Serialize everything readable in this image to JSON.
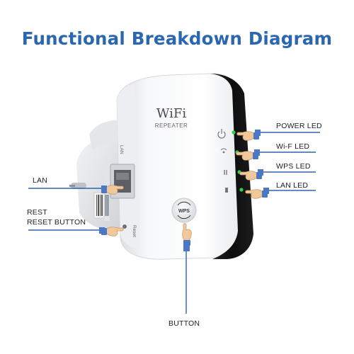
{
  "title": "Functional Breakdown Diagram",
  "device": {
    "brand": "WiFi",
    "model": "REPEATER",
    "port_label": "LAN",
    "reset_label": "Reset",
    "wps_label": "WPS"
  },
  "callouts": {
    "power_led": "POWER LED",
    "wifi_led": "Wi-F  LED",
    "wps_led": "WPS  LED",
    "lan_led": "LAN  LED",
    "lan": "LAN",
    "rest": "REST",
    "reset_button": "RESET BUTTON",
    "button": "BUTTON"
  },
  "colors": {
    "title": "#2b67b0",
    "leader_line": "#2f64a8",
    "callout_tag": "#4a78c5",
    "led_green": "#2fd24b",
    "device_body": "#f4f5f7",
    "device_face": "#111111"
  },
  "icons": [
    "power-icon",
    "wifi-signal-icon",
    "wps-icon",
    "lan-led-icon",
    "pointing-hand-icon"
  ]
}
